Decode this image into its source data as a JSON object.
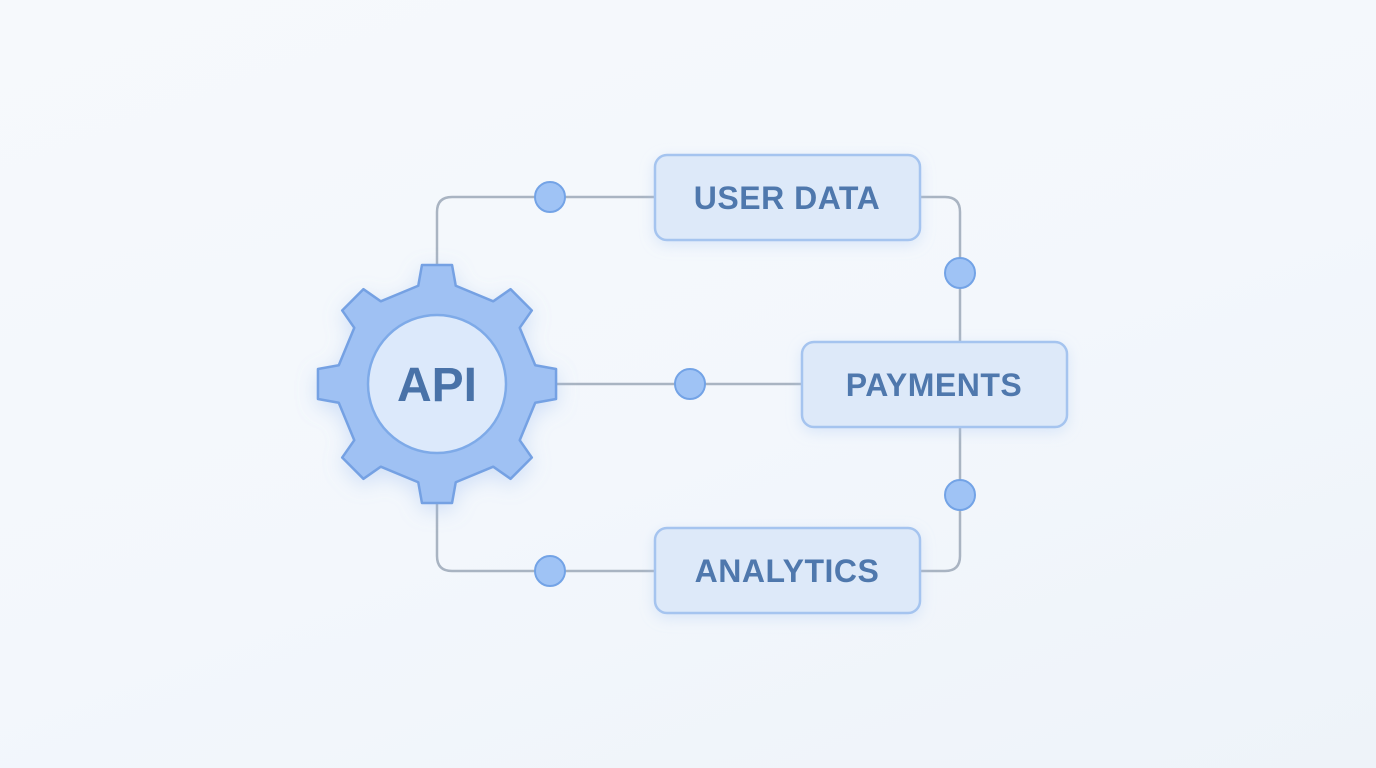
{
  "diagram": {
    "hub": {
      "label": "API",
      "icon": "gear-icon"
    },
    "nodes": [
      {
        "id": "user-data",
        "label": "USER DATA"
      },
      {
        "id": "payments",
        "label": "PAYMENTS"
      },
      {
        "id": "analytics",
        "label": "ANALYTICS"
      }
    ]
  },
  "colors": {
    "connector": "#a9b4c2",
    "node_fill": "#dde9f9",
    "node_border": "#a5c4ef",
    "dot_fill": "#9fc3f5",
    "dot_border": "#73a3e6",
    "gear_fill": "#9fc1f3",
    "gear_border": "#74a1e3",
    "text": "#4f78ad"
  }
}
